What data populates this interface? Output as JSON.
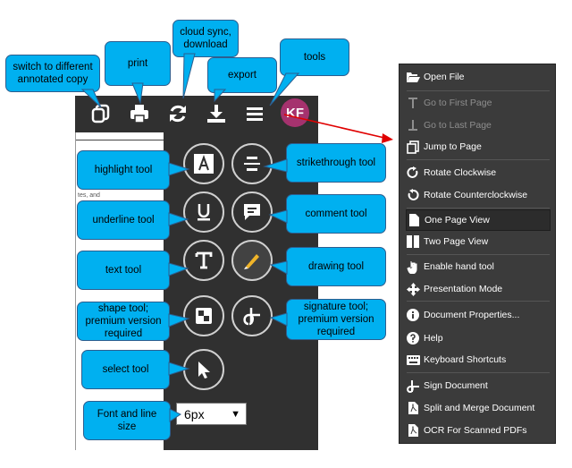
{
  "callouts": {
    "switch_copy": "switch to different annotated copy",
    "print": "print",
    "cloud_sync": "cloud sync, download",
    "export": "export",
    "tools": "tools",
    "highlight": "highlight tool",
    "strikethrough": "strikethrough tool",
    "underline": "underline tool",
    "comment": "comment tool",
    "text": "text tool",
    "drawing": "drawing tool",
    "shape": "shape tool; premium version required",
    "signature": "signature tool; premium version required",
    "select": "select tool",
    "font_line_size": "Font and line size"
  },
  "toolbar": {
    "avatar_initials": "KF"
  },
  "page_strip": {
    "fragment": "tes, and"
  },
  "size_select": {
    "value": "6px"
  },
  "menu": {
    "items": [
      {
        "label": "Open File",
        "icon": "folder-open-icon",
        "disabled": false
      },
      {
        "label": "Go to First Page",
        "icon": "first-page-icon",
        "disabled": true
      },
      {
        "label": "Go to Last Page",
        "icon": "last-page-icon",
        "disabled": true
      },
      {
        "label": "Jump to Page",
        "icon": "copy-icon",
        "disabled": false
      },
      {
        "label": "Rotate Clockwise",
        "icon": "rotate-clockwise-icon",
        "disabled": false
      },
      {
        "label": "Rotate Counterclockwise",
        "icon": "rotate-counterclockwise-icon",
        "disabled": false
      },
      {
        "label": "One Page View",
        "icon": "file-icon",
        "disabled": false,
        "highlighted": true
      },
      {
        "label": "Two Page View",
        "icon": "columns-icon",
        "disabled": false
      },
      {
        "label": "Enable hand tool",
        "icon": "hand-icon",
        "disabled": false
      },
      {
        "label": "Presentation Mode",
        "icon": "arrows-icon",
        "disabled": false
      },
      {
        "label": "Document Properties...",
        "icon": "info-icon",
        "disabled": false
      },
      {
        "label": "Help",
        "icon": "help-icon",
        "disabled": false
      },
      {
        "label": "Keyboard Shortcuts",
        "icon": "keyboard-icon",
        "disabled": false
      },
      {
        "label": "Sign Document",
        "icon": "signature-icon",
        "disabled": false
      },
      {
        "label": "Split and Merge Document",
        "icon": "pdf-file-icon",
        "disabled": false
      },
      {
        "label": "OCR For Scanned PDFs",
        "icon": "pdf-file-icon",
        "disabled": false
      }
    ]
  },
  "colors": {
    "callout": "#00b0f0",
    "panel": "#303030",
    "avatar": "#a5326e",
    "arrow": "#e00000"
  }
}
